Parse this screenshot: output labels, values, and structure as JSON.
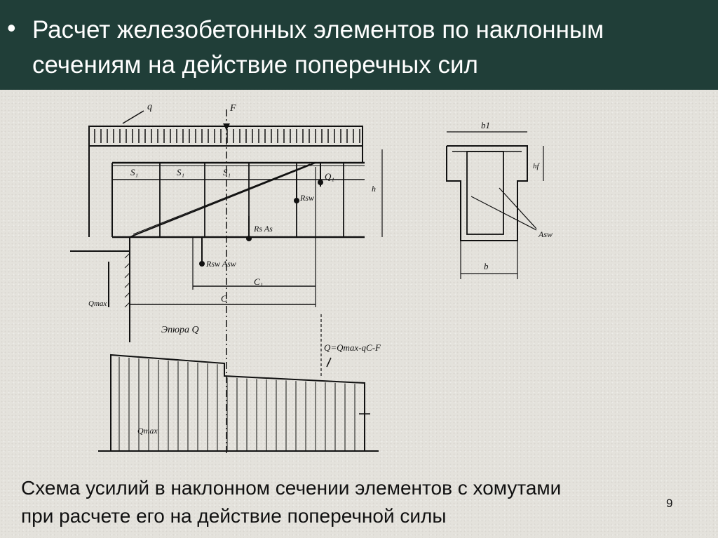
{
  "header": {
    "bullet": "•",
    "title_line1": "Расчет железобетонных элементов по наклонным",
    "title_line2": "сечениям на действие поперечных сил"
  },
  "drawing": {
    "label_q": "q",
    "label_F": "F",
    "label_S1a": "S₁",
    "label_S1b": "S₁",
    "label_S1c": "S₁",
    "label_Q1": "Q₁",
    "label_Rsw_a": "Rsw",
    "label_Rs_As": "Rs As",
    "label_Rsw_Asw": "Rsw Asw",
    "label_h": "h",
    "label_Qmax": "Qmax",
    "label_C1": "C₁",
    "label_C": "C",
    "label_epure": "Эпюра Q",
    "label_formula": "Q=Qmax-qC-F",
    "label_Qmax_bottom": "Qmax",
    "label_b1": "b1",
    "label_b": "b",
    "label_hf": "hf",
    "label_Asw": "Asw"
  },
  "caption": {
    "line1": "Схема усилий в наклонном сечении элементов с хомутами",
    "line2": "при расчете его на действие поперечной силы"
  },
  "page_number": "9"
}
